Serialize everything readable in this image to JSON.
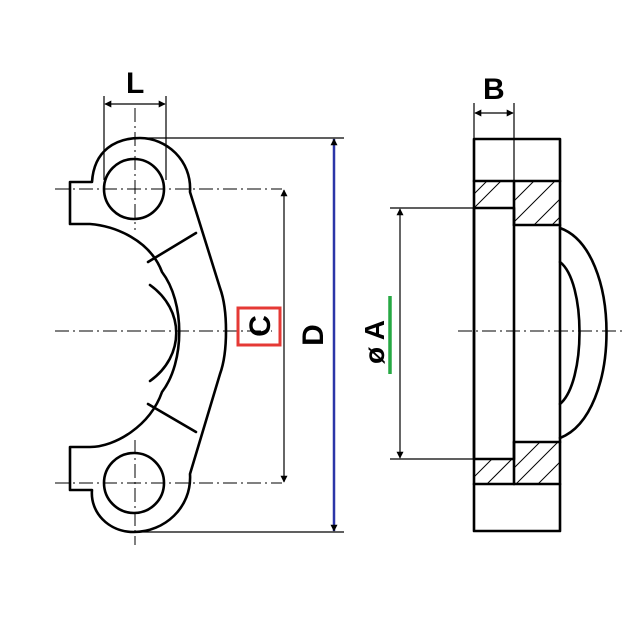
{
  "labels": {
    "L": "L",
    "B": "B",
    "C": "C",
    "D": "D",
    "A": "ø A"
  },
  "colors": {
    "outline": "#000000",
    "highlight_box": "#e53935",
    "dimension_line": "#2b35a8",
    "underline": "#27a844"
  }
}
